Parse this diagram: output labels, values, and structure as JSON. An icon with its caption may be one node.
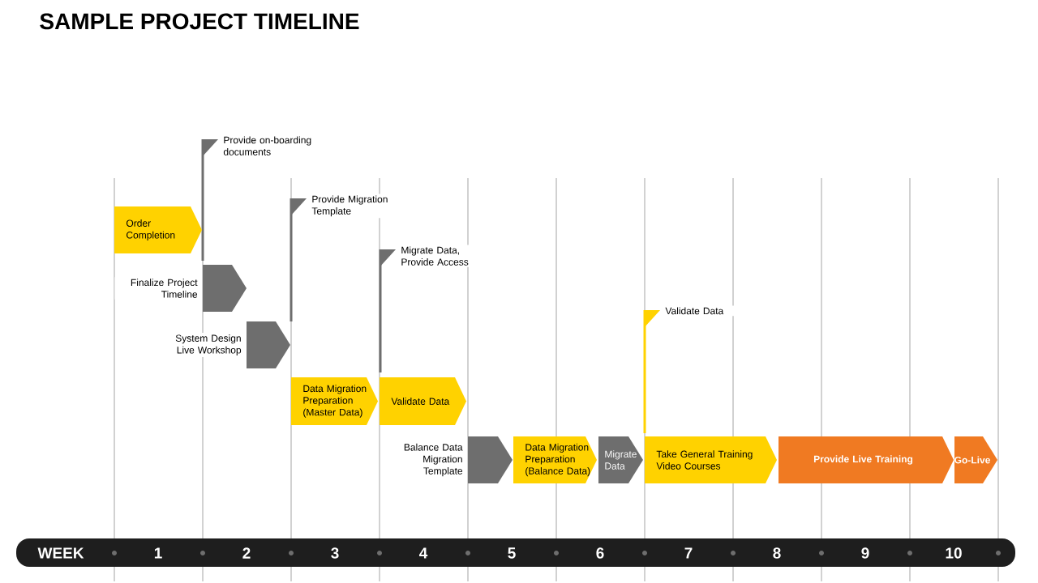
{
  "diagram": {
    "title": "SAMPLE PROJECT TIMELINE",
    "nodes": [
      {
        "text": [],
        "shape": "flag",
        "beside": [
          "Provide on-boarding documents"
        ]
      },
      {
        "text": [],
        "shape": "flag",
        "beside": [
          "Provide Migration Template"
        ]
      },
      {
        "text": [
          "Order Completion"
        ]
      },
      {
        "text": [],
        "shape": "flag",
        "beside": [
          "Migrate Data, Provide Access"
        ]
      },
      {
        "text": [],
        "shape": "chevron",
        "beside": [
          "Finalize Project Timeline"
        ]
      },
      {
        "text": [],
        "shape": "flag",
        "beside": [
          "Validate Data"
        ]
      },
      {
        "text": [],
        "shape": "chevron",
        "beside": [
          "System Design Live Workshop"
        ]
      },
      {
        "text": [
          "Data Migration Preparation (Master Data)"
        ]
      },
      {
        "text": [
          "Validate Data"
        ]
      },
      {
        "text": [],
        "shape": "chevron",
        "beside": [
          "Balance Data Migration Template"
        ]
      },
      {
        "text": [
          "Data Migration Preparation (Balance Data)"
        ]
      },
      {
        "text": [
          "Migrate Data"
        ]
      },
      {
        "text": [
          "Take General Training Video Courses"
        ]
      },
      {
        "text": [
          "Provide Live Training"
        ]
      },
      {
        "text": [
          "Go-Live"
        ]
      }
    ],
    "labels": [
      "WEEK",
      "1",
      "2",
      "3",
      "4",
      "5",
      "6",
      "7",
      "8",
      "9",
      "10"
    ]
  }
}
